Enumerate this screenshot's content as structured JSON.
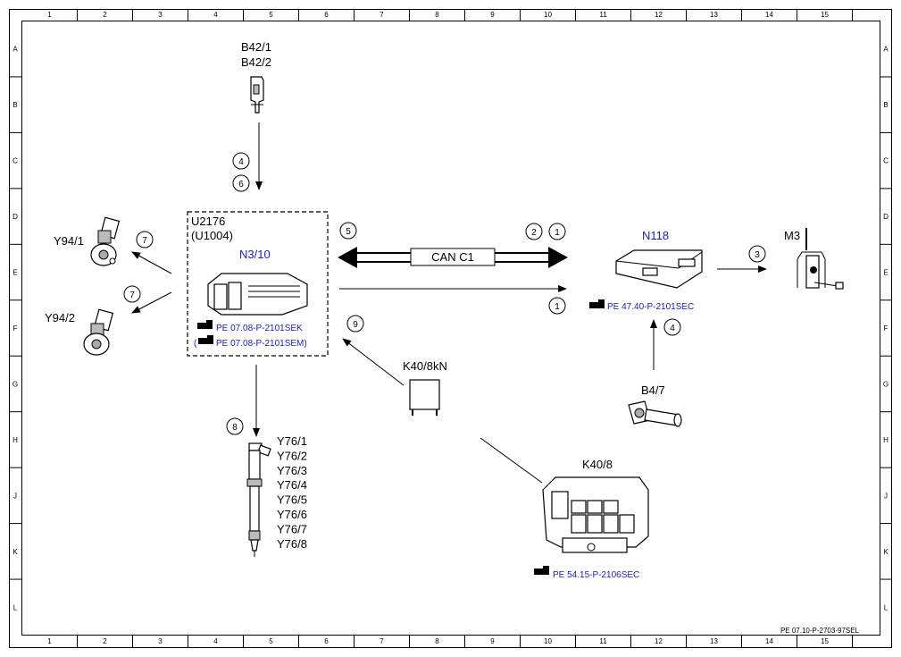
{
  "grid": {
    "columns": [
      "1",
      "2",
      "3",
      "4",
      "5",
      "6",
      "7",
      "8",
      "9",
      "10",
      "11",
      "12",
      "13",
      "14",
      "15"
    ],
    "rows": [
      "A",
      "B",
      "C",
      "D",
      "E",
      "F",
      "G",
      "H",
      "J",
      "K",
      "L"
    ]
  },
  "components": {
    "b42_1": "B42/1",
    "b42_2": "B42/2",
    "u2176": "U2176",
    "u1004": "(U1004)",
    "n3_10": "N3/10",
    "y94_1": "Y94/1",
    "y94_2": "Y94/2",
    "can_bus": "CAN C1",
    "n118": "N118",
    "m3": "M3",
    "k40_8kn": "K40/8kN",
    "b4_7": "B4/7",
    "k40_8": "K40/8",
    "y76": [
      "Y76/1",
      "Y76/2",
      "Y76/3",
      "Y76/4",
      "Y76/5",
      "Y76/6",
      "Y76/7",
      "Y76/8"
    ]
  },
  "references": {
    "n3_10_a": "PE 07.08-P-2101SEK",
    "n3_10_b_open": "(",
    "n3_10_b": "PE 07.08-P-2101SEM)",
    "n118": "PE 47.40-P-2101SEC",
    "k40_8": "PE 54.15-P-2106SEC"
  },
  "signals": {
    "b42_top": "4",
    "b42_bottom": "6",
    "can_left": "5",
    "can_right_a": "2",
    "can_right_b": "1",
    "n3_to_n118": "1",
    "n118_to_m3": "3",
    "b4_7_to_n118": "4",
    "k40_to_n3": "9",
    "to_y94_1": "7",
    "to_y94_2": "7",
    "to_y76": "8"
  },
  "footer": "PE 07.10-P-2703-97SEL",
  "colors": {
    "reference_blue": "#1a1ac8"
  }
}
